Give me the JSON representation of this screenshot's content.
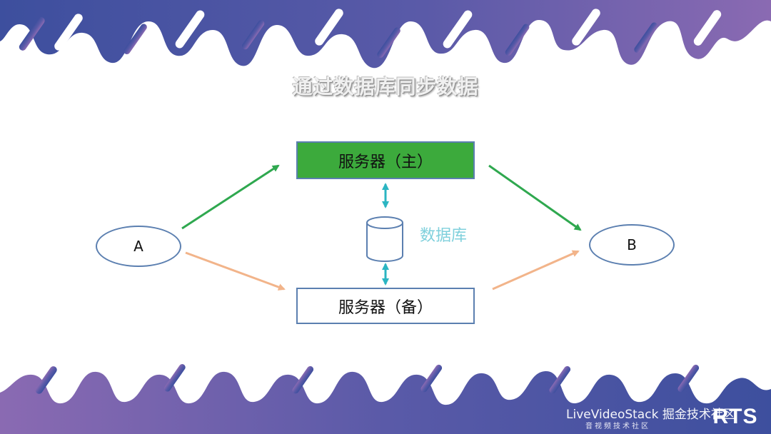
{
  "title": "通过数据库同步数据",
  "nodes": {
    "a": "A",
    "b": "B"
  },
  "servers": {
    "main": "服务器（主）",
    "backup": "服务器（备）"
  },
  "database": {
    "label": "数据库",
    "icon": "database-cylinder-icon"
  },
  "colors": {
    "banner_left": "#3d4f9e",
    "banner_right": "#8a6ab2",
    "main_server_fill": "#3caa3c",
    "box_border": "#5b7fb0",
    "green_arrow": "#2fa84f",
    "orange_arrow": "#f2b48a",
    "sync_arrow": "#2bb5c2",
    "db_label": "#7fd0dc"
  },
  "watermark": {
    "text": "LiveVideoStack 掘金技术社区",
    "subtext": "音视频技术社区",
    "logo": "RTS"
  }
}
